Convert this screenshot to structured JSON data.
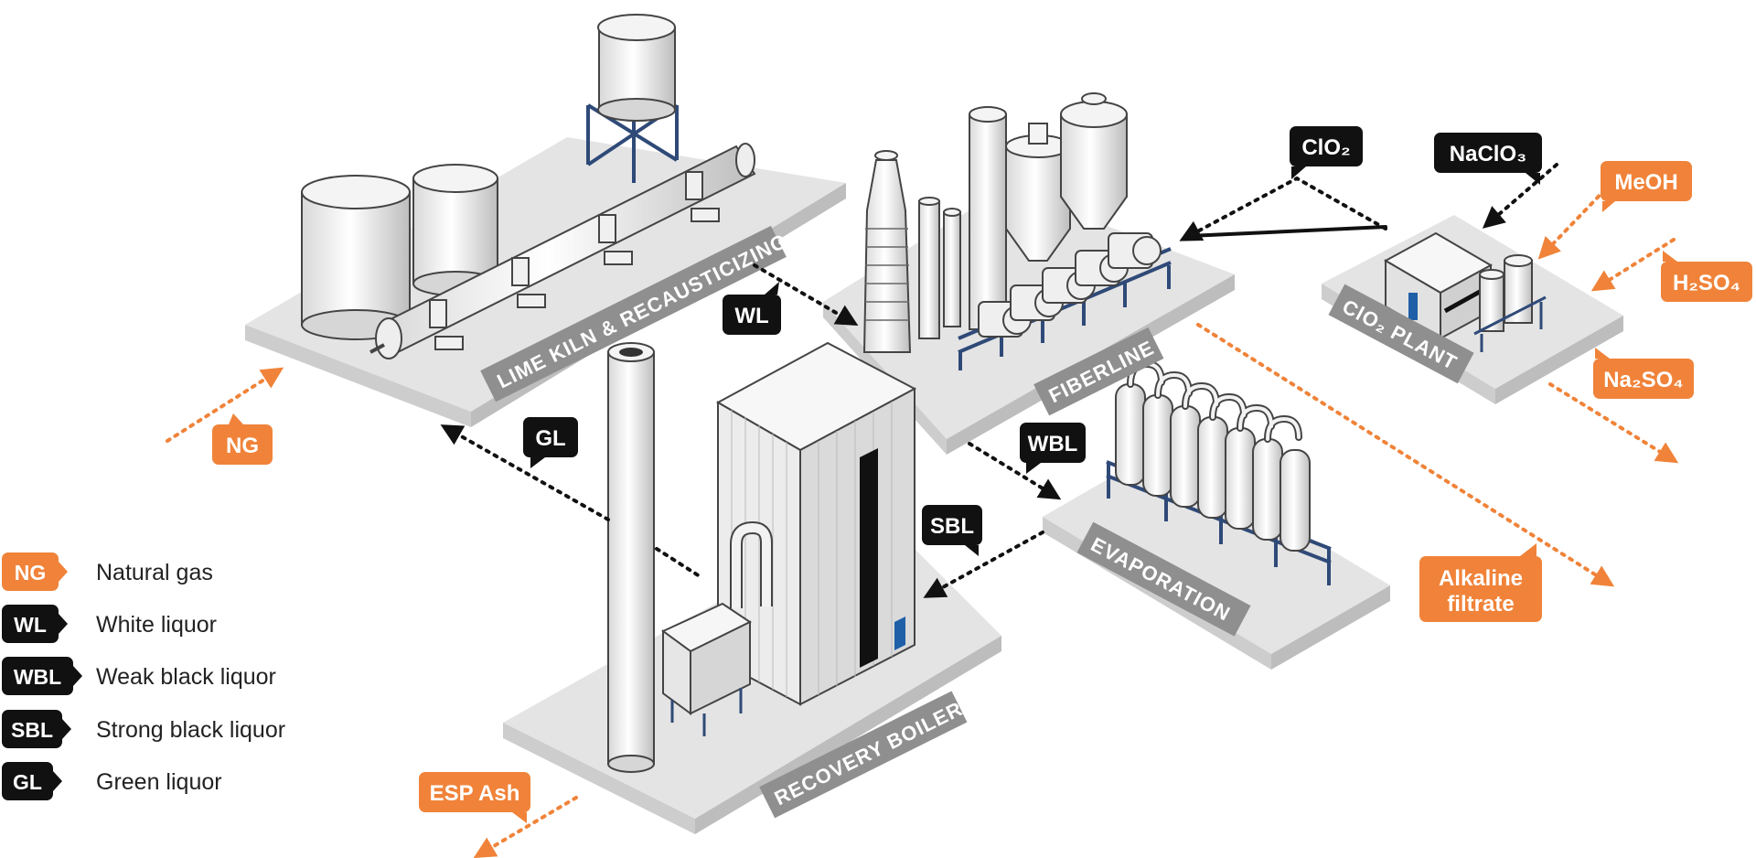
{
  "colors": {
    "accent_orange": "#f08339",
    "tag_black": "#111111",
    "platform_gray": "#e4e4e4",
    "platform_side": "#c9c9c9",
    "label_band": "#8f8f8f",
    "frame_blue": "#2f4a78",
    "door_blue": "#1f5fa8"
  },
  "areas": {
    "lime_kiln": "LIME KILN & RECAUSTICIZING",
    "fiberline": "FIBERLINE",
    "clo2_plant": "ClO₂ PLANT",
    "evaporation": "EVAPORATION",
    "recovery_boiler": "RECOVERY BOILER"
  },
  "flow_tags": {
    "ng": "NG",
    "wl": "WL",
    "gl": "GL",
    "wbl": "WBL",
    "sbl": "SBL",
    "clo2": "ClO₂",
    "naclo3": "NaClO₃",
    "meoh": "MeOH",
    "h2so4": "H₂SO₄",
    "na2so4": "Na₂SO₄",
    "alkaline_line1": "Alkaline",
    "alkaline_line2": "filtrate",
    "esp_ash": "ESP Ash"
  },
  "legend": [
    {
      "code": "NG",
      "label": "Natural gas",
      "color": "orange"
    },
    {
      "code": "WL",
      "label": "White liquor",
      "color": "black"
    },
    {
      "code": "WBL",
      "label": "Weak black liquor",
      "color": "black"
    },
    {
      "code": "SBL",
      "label": "Strong black liquor",
      "color": "black"
    },
    {
      "code": "GL",
      "label": "Green liquor",
      "color": "black"
    }
  ]
}
